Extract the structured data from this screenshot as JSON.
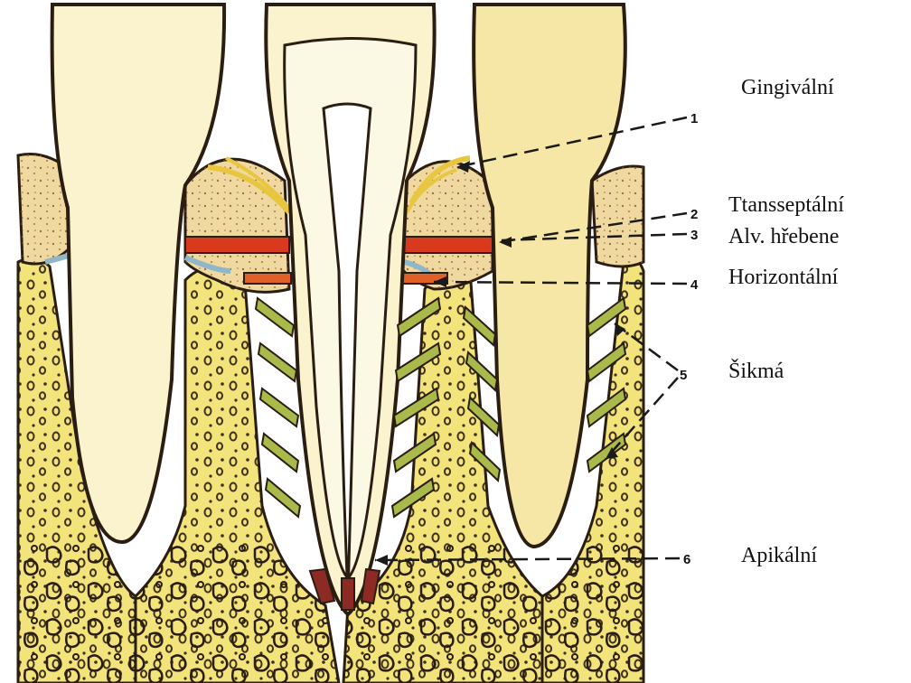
{
  "labels": {
    "gingival": "Gingivální",
    "transseptal": "Ttansseptální",
    "alveolar_crest": "Alv. hřebene",
    "horizontal": "Horizontální",
    "oblique": "Šikmá",
    "apical": "Apikální"
  },
  "markers": {
    "m1": "1",
    "m2": "2",
    "m3": "3",
    "m4": "4",
    "m5": "5",
    "m6": "6"
  },
  "colors": {
    "bone": "#f2e37a",
    "tooth": "#fbf3cd",
    "gingiva": "#f0d9a0",
    "fiber_red": "#d93a1e",
    "fiber_green": "#a9b94a",
    "outline": "#2a1d12"
  }
}
